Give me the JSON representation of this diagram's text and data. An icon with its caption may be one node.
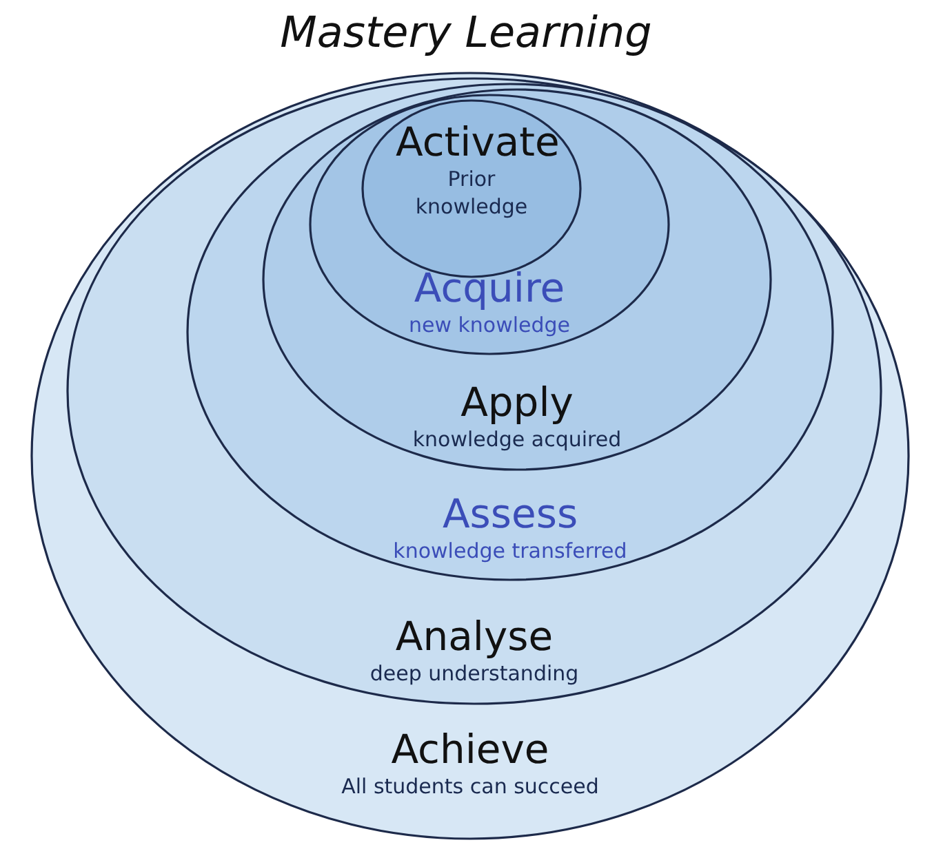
{
  "diagram": {
    "title": "Mastery Learning",
    "nodes": [
      {
        "text": [
          "Achieve",
          "All students can succeed"
        ]
      },
      {
        "text": [
          "Analyse",
          "deep understanding"
        ],
        "in": 0
      },
      {
        "text": [
          "Assess",
          "knowledge transferred"
        ],
        "in": 1
      },
      {
        "text": [
          "Apply",
          "knowledge acquired"
        ],
        "in": 2
      },
      {
        "text": [
          "Acquire",
          "new knowledge"
        ],
        "in": 3
      },
      {
        "text": [
          "Activate",
          "Prior knowledge"
        ],
        "in": 4
      }
    ]
  }
}
